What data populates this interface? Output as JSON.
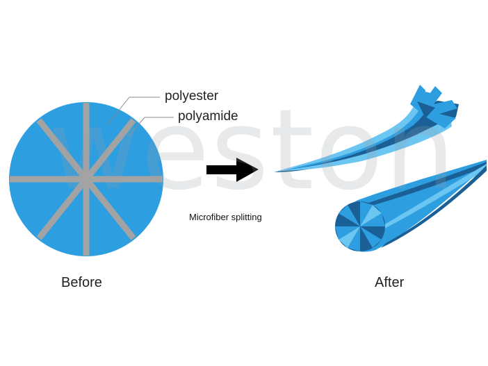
{
  "labels": {
    "polyester": "polyester",
    "polyamide": "polyamide",
    "process": "Microfiber splitting",
    "before": "Before",
    "after": "After"
  },
  "watermark": "weston",
  "colors": {
    "fiber_blue": "#2d9ee0",
    "fiber_dark": "#1a5f95",
    "fiber_light": "#6cc6f2",
    "polyamide_gray": "#a3a3a3",
    "arrow": "#000000"
  },
  "icons": [
    "process-arrow"
  ]
}
